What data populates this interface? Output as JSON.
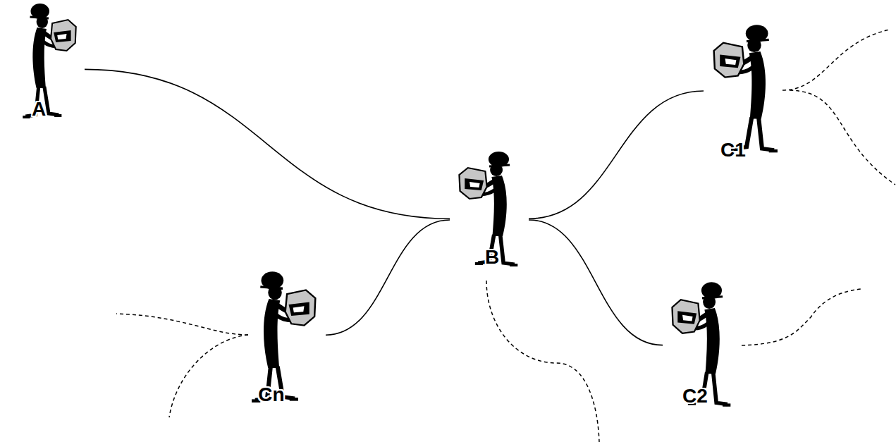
{
  "diagram": {
    "nodes": [
      {
        "text": [
          "A"
        ]
      },
      {
        "text": [
          "B"
        ]
      },
      {
        "text": [
          "C1"
        ]
      },
      {
        "text": [
          "C2"
        ]
      },
      {
        "text": [
          "Cn"
        ]
      }
    ],
    "edges": [
      {
        "from": 0,
        "to": 1,
        "arrow": "none"
      },
      {
        "from": 1,
        "to": 2,
        "arrow": "none"
      },
      {
        "from": 1,
        "to": 3,
        "arrow": "none"
      },
      {
        "from": 1,
        "to": 4,
        "arrow": "none"
      }
    ]
  }
}
